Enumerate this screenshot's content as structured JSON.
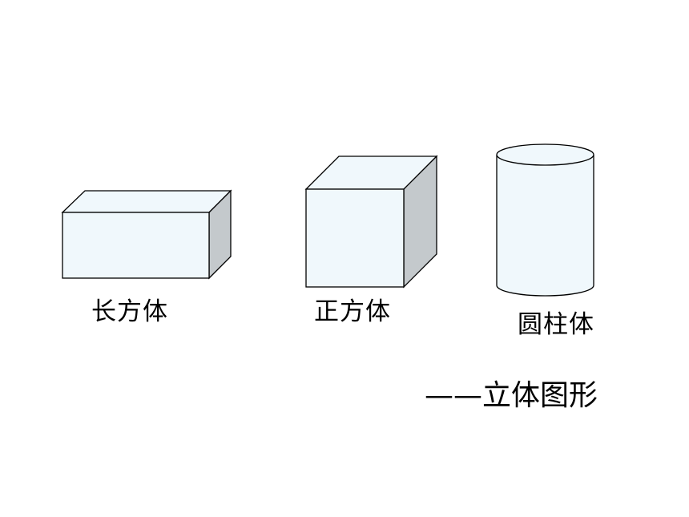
{
  "colors": {
    "fill_front": "#f0f8fc",
    "fill_top": "#f0f8fc",
    "fill_side": "#c4c9cc",
    "stroke": "#000000",
    "text": "#000000"
  },
  "shapes": {
    "cuboid": {
      "label": "长方体"
    },
    "cube": {
      "label": "正方体"
    },
    "cylinder": {
      "label": "圆柱体"
    }
  },
  "caption": "——立体图形"
}
